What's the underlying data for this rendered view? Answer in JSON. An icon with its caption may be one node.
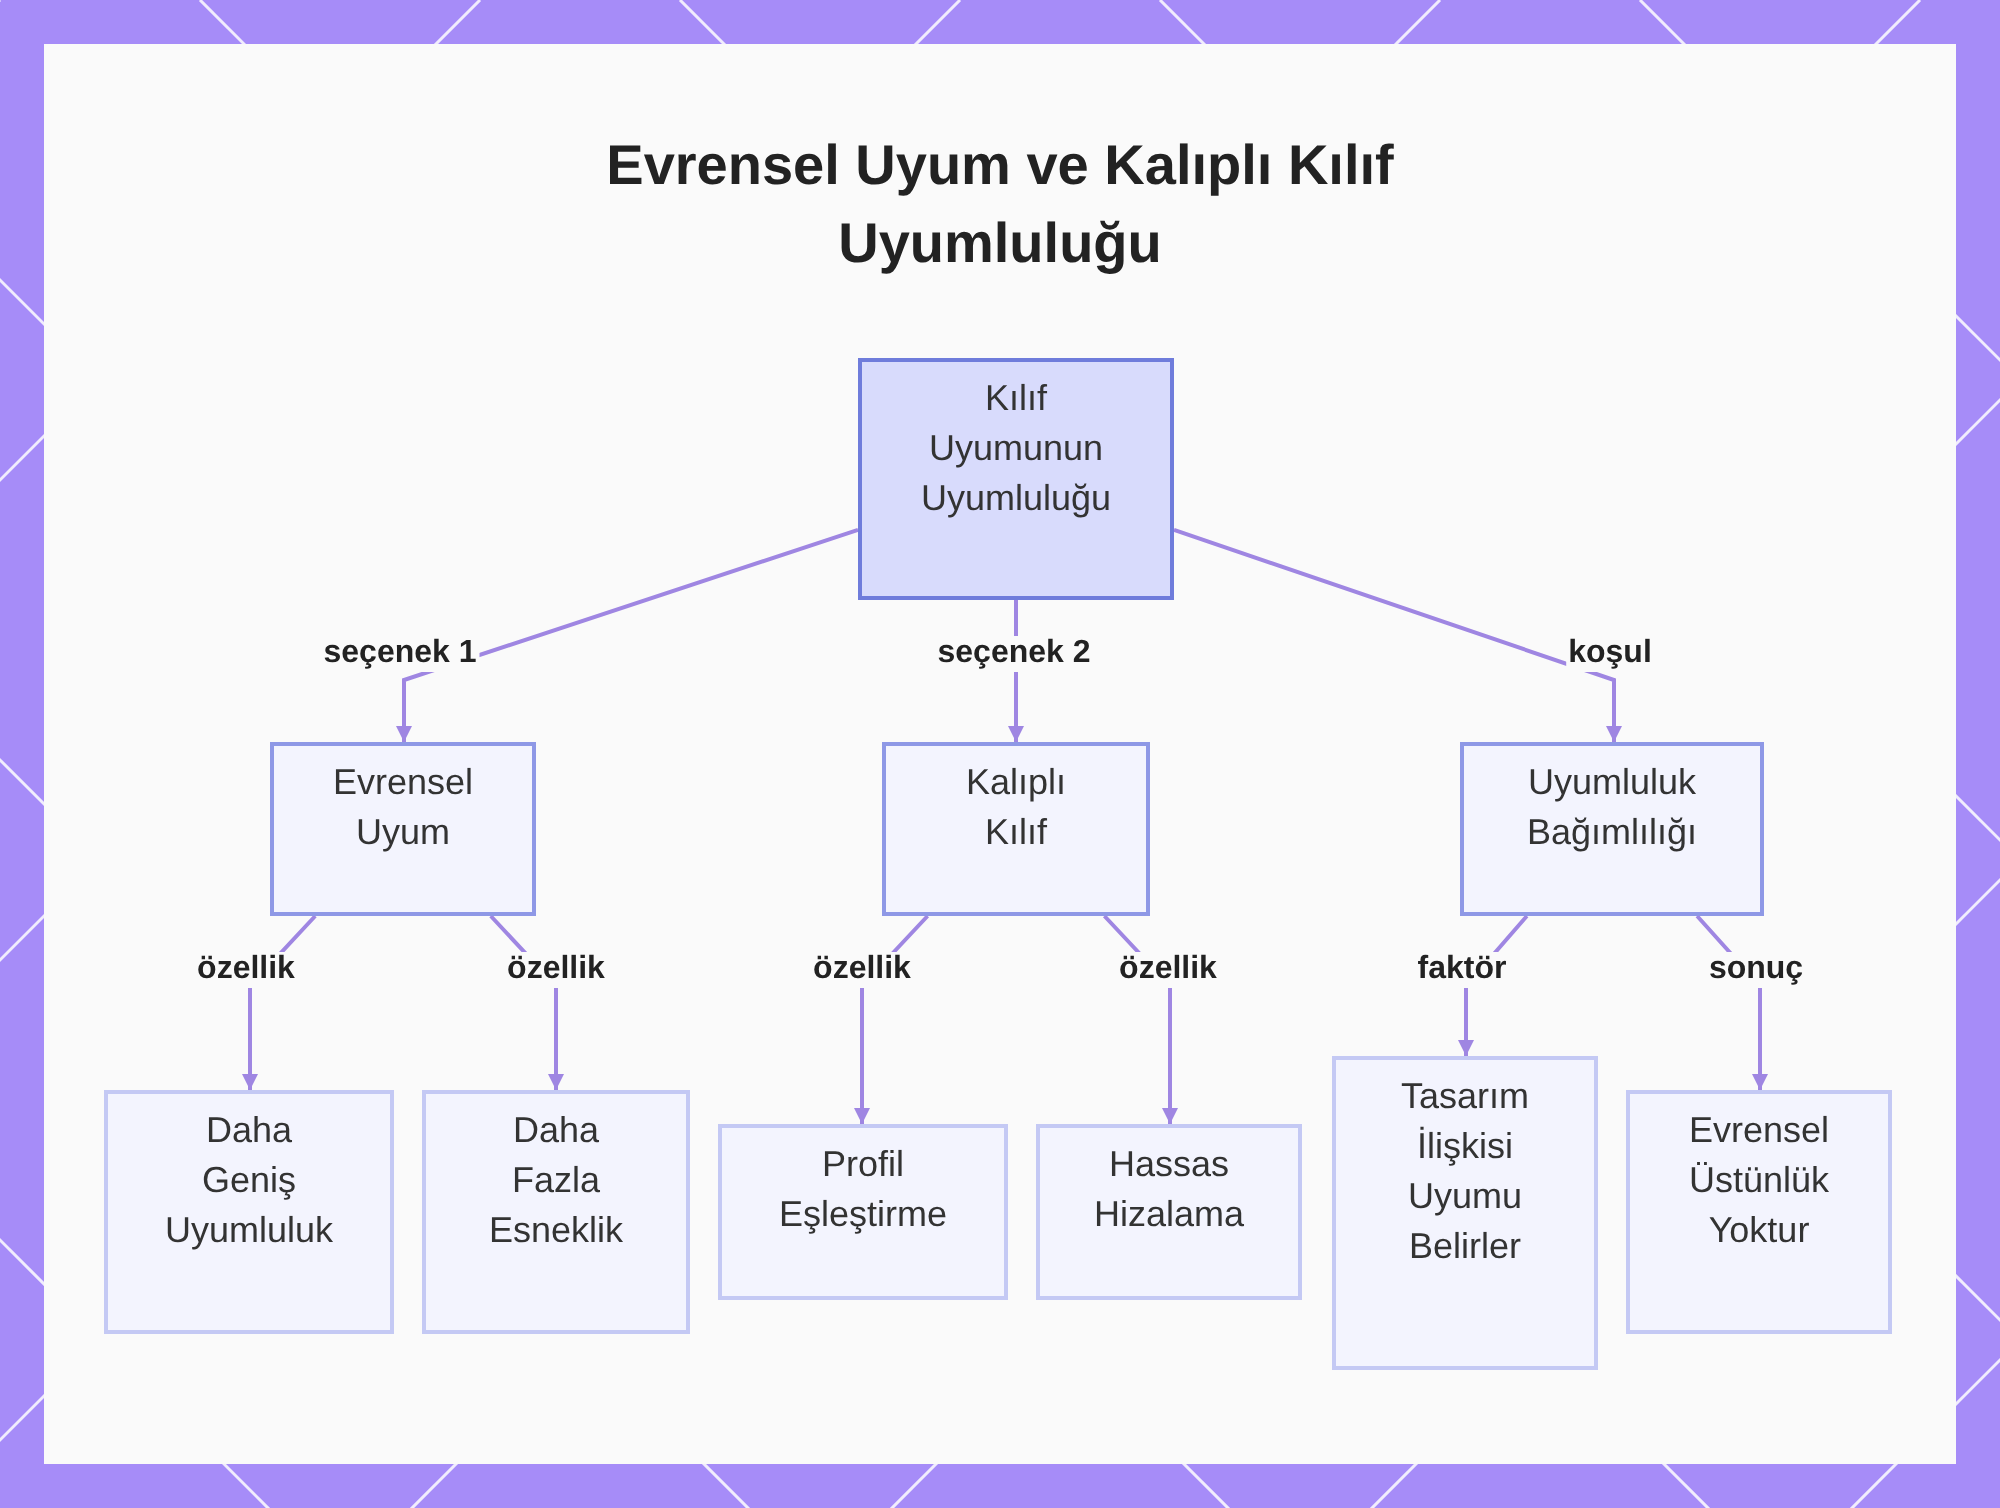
{
  "diagram": {
    "title": "Evrensel Uyum ve Kalıplı Kılıf Uyumluluğu",
    "nodes": [
      {
        "text": [
          "Kılıf Uyumunun Uyumluluğu"
        ]
      },
      {
        "text": [
          "Evrensel Uyum"
        ]
      },
      {
        "text": [
          "Kalıplı Kılıf"
        ]
      },
      {
        "text": [
          "Uyumluluk Bağımlılığı"
        ]
      },
      {
        "text": [
          "Daha Geniş Uyumluluk"
        ]
      },
      {
        "text": [
          "Daha Fazla Esneklik"
        ]
      },
      {
        "text": [
          "Profil Eşleştirme"
        ]
      },
      {
        "text": [
          "Hassas Hizalama"
        ]
      },
      {
        "text": [
          "Tasarım İlişkisi Uyumu Belirler"
        ]
      },
      {
        "text": [
          "Evrensel Üstünlük Yoktur"
        ]
      }
    ],
    "edges": [
      {
        "from": 0,
        "to": 1,
        "arrow": "to",
        "label": "seçenek 1"
      },
      {
        "from": 0,
        "to": 2,
        "arrow": "to",
        "label": "seçenek 2"
      },
      {
        "from": 0,
        "to": 3,
        "arrow": "to",
        "label": "koşul"
      },
      {
        "from": 1,
        "to": 4,
        "arrow": "to",
        "label": "özellik"
      },
      {
        "from": 1,
        "to": 5,
        "arrow": "to",
        "label": "özellik"
      },
      {
        "from": 2,
        "to": 6,
        "arrow": "to",
        "label": "özellik"
      },
      {
        "from": 2,
        "to": 7,
        "arrow": "to",
        "label": "özellik"
      },
      {
        "from": 3,
        "to": 8,
        "arrow": "to",
        "label": "faktör"
      },
      {
        "from": 3,
        "to": 9,
        "arrow": "to",
        "label": "sonuç"
      }
    ]
  }
}
